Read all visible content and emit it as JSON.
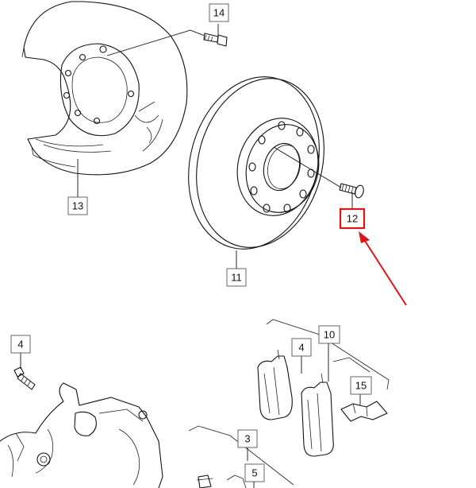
{
  "callouts": {
    "part_14": "14",
    "part_13": "13",
    "part_12": "12",
    "part_11": "11",
    "part_10": "10",
    "part_4_pads": "4",
    "part_4_bolt": "4",
    "part_15": "15",
    "part_3": "3",
    "part_5": "5"
  },
  "highlight": {
    "target_part": "12",
    "color": "#e01414"
  }
}
